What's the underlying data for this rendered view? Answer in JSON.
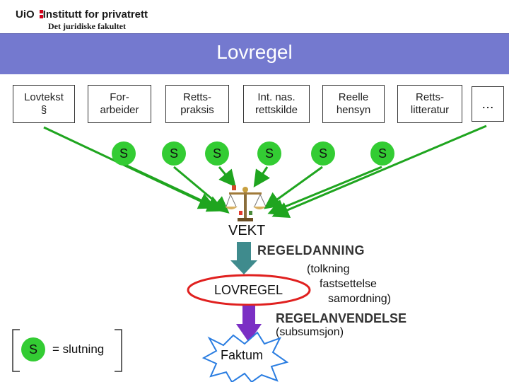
{
  "header": {
    "logo_prefix": "UiO",
    "logo_main": "Institutt for privatrett",
    "logo_sub": "Det juridiske fakultet"
  },
  "title": "Lovregel",
  "sources": [
    {
      "label": "Lovtekst\n§"
    },
    {
      "label": "For-\narbeider"
    },
    {
      "label": "Retts-\npraksis"
    },
    {
      "label": "Int. nas.\nrettskilde"
    },
    {
      "label": "Reelle\nhensyn"
    },
    {
      "label": "Retts-\nlitteratur"
    },
    {
      "label": "…"
    }
  ],
  "s_labels": [
    "S",
    "S",
    "S",
    "S",
    "S",
    "S"
  ],
  "vekt": "VEKT",
  "regeldanning": "REGELDANNING",
  "tolkning": "(tolkning",
  "fastsettelse": "fastsettelse",
  "samordning": "samordning)",
  "lovregel": "LOVREGEL",
  "regelanvendelse": "REGELANVENDELSE",
  "subsumsjon": "(subsumsjon)",
  "faktum": "Faktum",
  "legend": {
    "s": "S",
    "text": "= slutning"
  },
  "colors": {
    "title_bar": "#7479cf",
    "s_circle": "#33cc33",
    "green_arrow": "#1fa51f",
    "teal_arrow": "#3f8b8d",
    "purple_arrow": "#7b2fc4",
    "red_ellipse": "#e0201f",
    "logo_accent": "#d0021b"
  }
}
